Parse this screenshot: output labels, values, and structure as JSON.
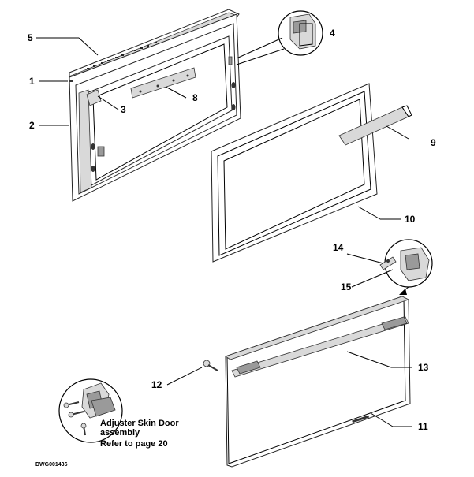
{
  "callouts": {
    "c1": "1",
    "c2": "2",
    "c3": "3",
    "c4": "4",
    "c5": "5",
    "c8": "8",
    "c9": "9",
    "c10": "10",
    "c11": "11",
    "c12": "12",
    "c13": "13",
    "c14": "14",
    "c15": "15"
  },
  "note": {
    "line1": "Adjuster Skin Door",
    "line2": "assembly",
    "line3": "Refer to page  20"
  },
  "drawing_number": "DWG001436"
}
